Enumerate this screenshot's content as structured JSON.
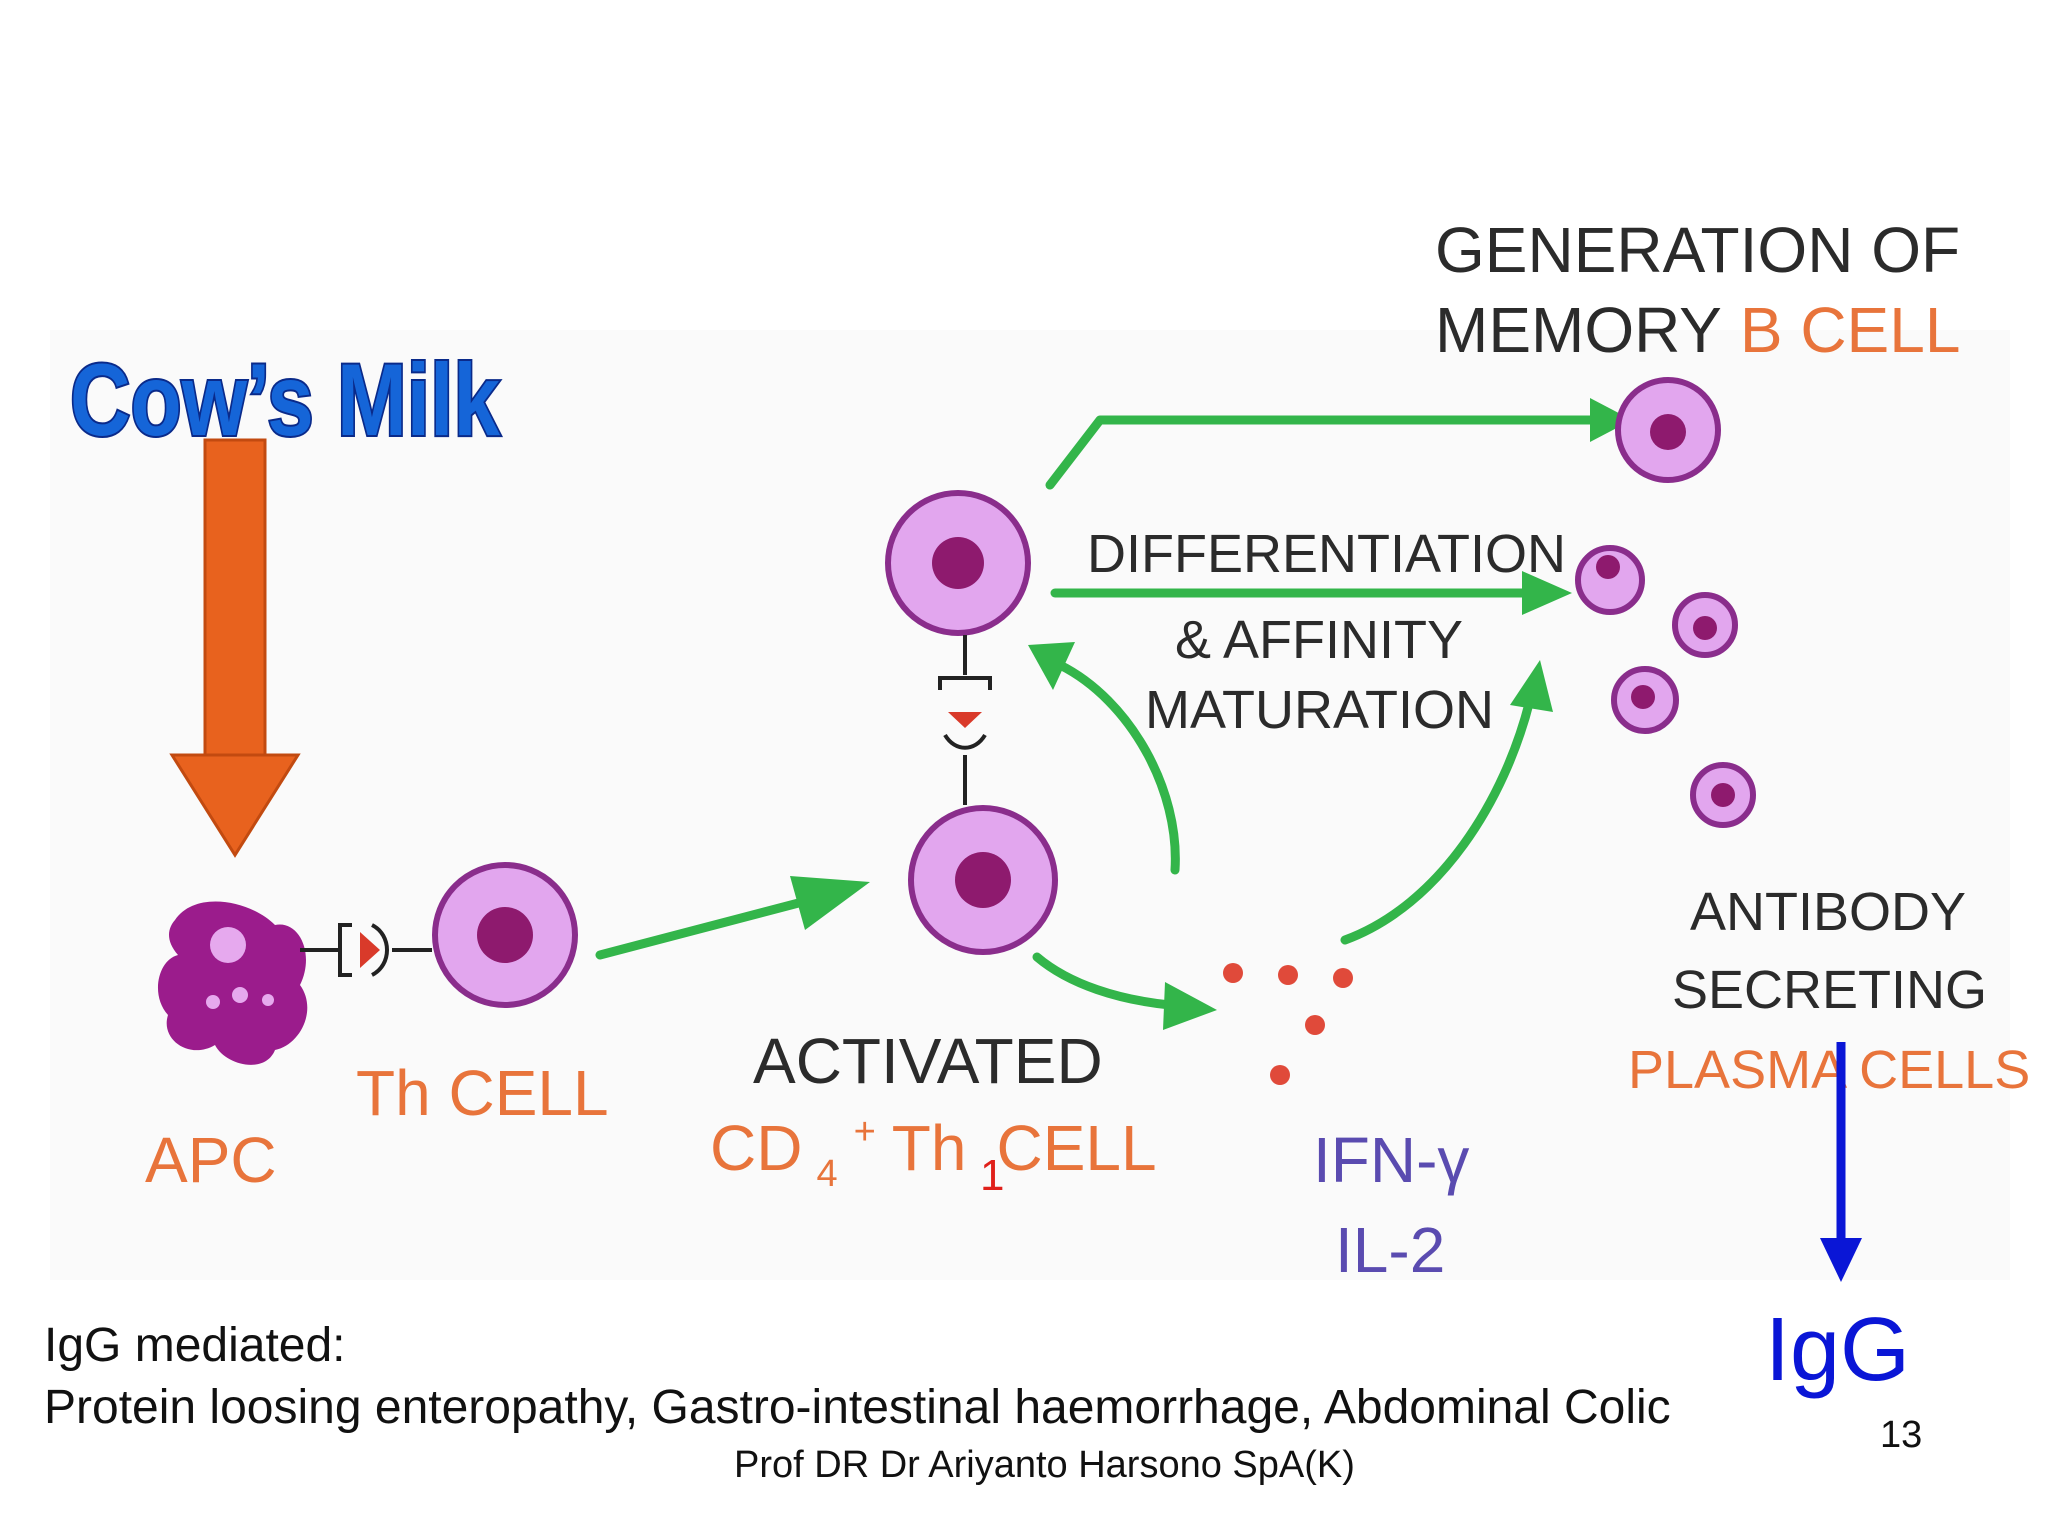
{
  "slide": {
    "background": "#ffffff",
    "page_number": "13",
    "footer_author": "Prof DR Dr Ariyanto Harsono SpA(K)"
  },
  "diagram": {
    "source_label": "Cow’s Milk",
    "apc_label": "APC",
    "th_cell_label": "Th CELL",
    "activated_line1": "ACTIVATED",
    "activated_cd": "CD",
    "activated_sub": "4",
    "activated_sup": "+",
    "activated_th": "Th",
    "activated_cell": "CELL",
    "marker_number": "1",
    "differentiation_line1": "DIFFERENTIATION",
    "differentiation_line2": "& AFFINITY",
    "differentiation_line3": "MATURATION",
    "memory_line1": "GENERATION OF",
    "memory_line2_dark": "MEMORY",
    "memory_line2_orange": "B CELL",
    "antibody_line1": "ANTIBODY",
    "antibody_line2": "SECRETING",
    "antibody_line3": "PLASMA CELLS",
    "cytokine_line1": "IFN-γ",
    "cytokine_line2": "IL-2",
    "output_label": "IgG",
    "colors": {
      "arrow_green": "#33b54a",
      "source_arrow": "#e8621e",
      "igg_blue": "#0a16d6",
      "label_orange": "#e8743b",
      "cell_pink": "#e2a6ee",
      "nucleus": "#8e1a6e",
      "cytokine_dots": "#e04a3a"
    }
  },
  "caption": {
    "heading": "IgG mediated:",
    "conditions": "Protein loosing enteropathy, Gastro-intestinal haemorrhage, Abdominal Colic"
  }
}
